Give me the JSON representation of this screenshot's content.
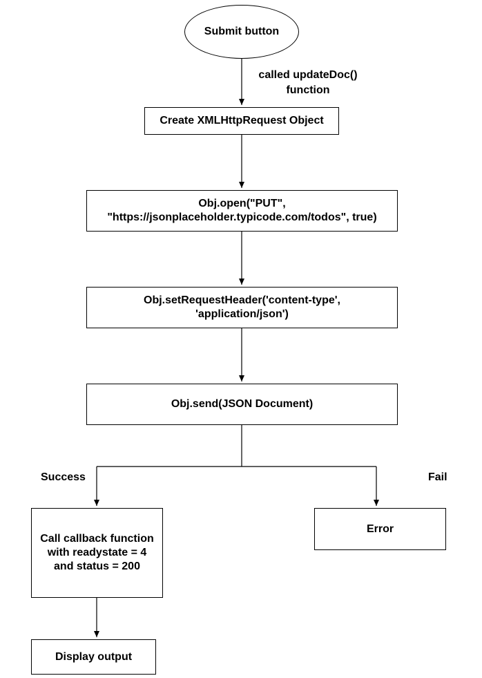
{
  "diagram": {
    "nodes": {
      "submit": "Submit button",
      "create_xhr": "Create XMLHttpRequest Object",
      "open_line1": "Obj.open(\"PUT\",",
      "open_line2": "\"https://jsonplaceholder.typicode.com/todos\", true)",
      "header_line1": "Obj.setRequestHeader('content-type',",
      "header_line2": "'application/json')",
      "send": "Obj.send(JSON Document)",
      "callback_line1": "Call callback function",
      "callback_line2": "with readystate = 4",
      "callback_line3": "and status = 200",
      "error": "Error",
      "display": "Display output"
    },
    "edge_labels": {
      "called_line1": "called updateDoc()",
      "called_line2": "function",
      "success": "Success",
      "fail": "Fail"
    },
    "colors": {
      "stroke": "#000000",
      "fill": "#ffffff",
      "text": "#000000"
    }
  }
}
